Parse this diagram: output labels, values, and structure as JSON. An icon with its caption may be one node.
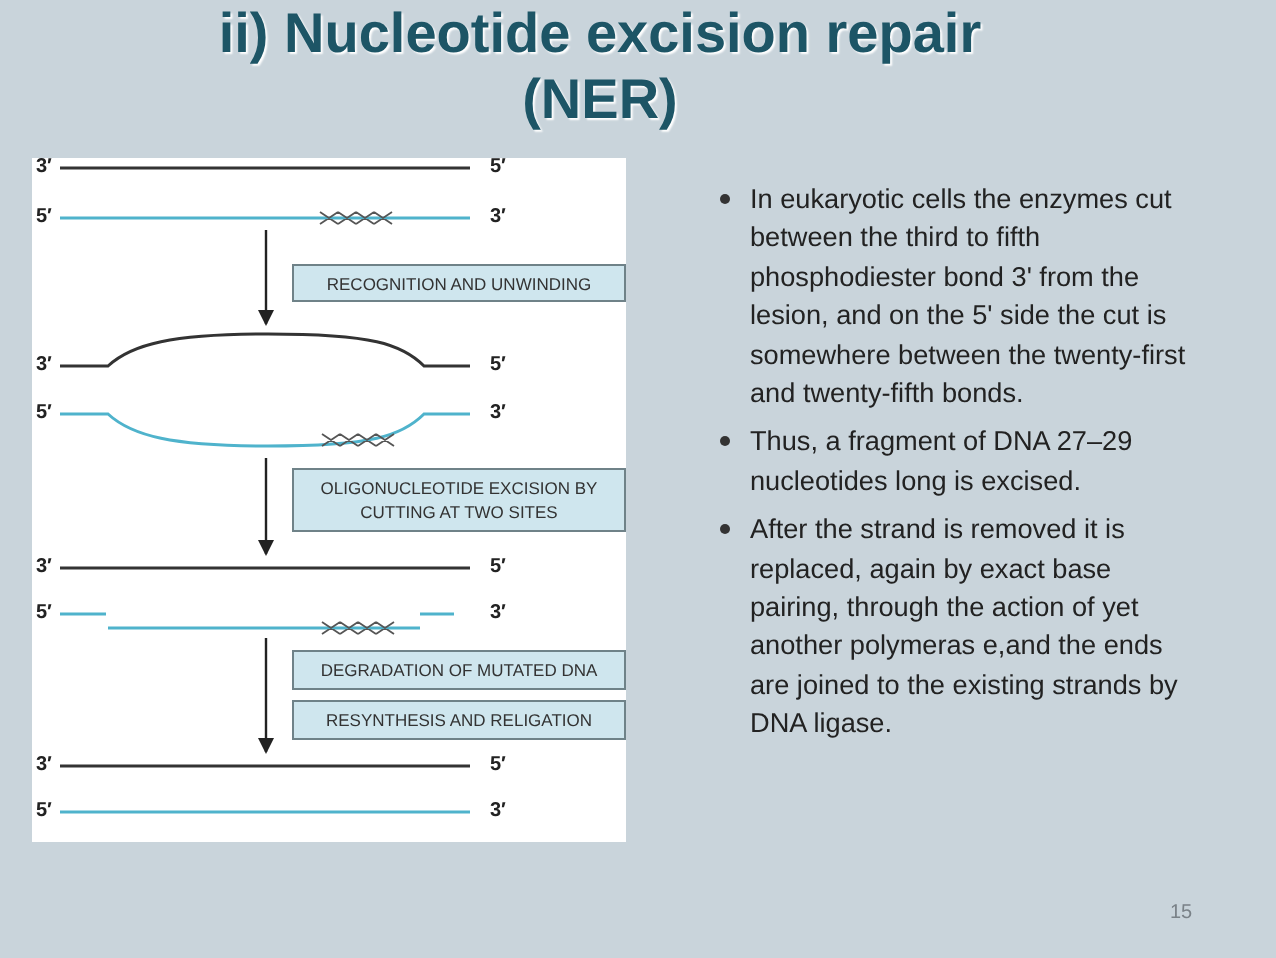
{
  "diagram": {
    "title": "ii) Nucleotide excision repair (NER)",
    "nodes": [
      {
        "text": [
          "3′",
          "5′",
          "5′",
          "3′"
        ]
      },
      {
        "text": [
          "RECOGNITION AND UNWINDING"
        ]
      },
      {
        "text": [
          "3′",
          "5′",
          "5′",
          "3′"
        ]
      },
      {
        "text": [
          "OLIGONUCLEOTIDE EXCISION BY CUTTING AT TWO SITES"
        ]
      },
      {
        "text": [
          "3′",
          "5′",
          "5′",
          "3′"
        ]
      },
      {
        "text": [
          "DEGRADATION OF MUTATED DNA"
        ]
      },
      {
        "text": [
          "RESYNTHESIS AND RELIGATION"
        ]
      },
      {
        "text": [
          "3′",
          "5′",
          "5′",
          "3′"
        ]
      }
    ],
    "edges": [
      {
        "from": 0,
        "to": 2,
        "arrow": "to"
      },
      {
        "from": 2,
        "to": 4,
        "arrow": "to"
      },
      {
        "from": 4,
        "to": 7,
        "arrow": "to"
      }
    ],
    "labels": [
      "In eukaryotic cells the enzymes cut between the third to fifth phosphodiester bond 3' from the lesion, and on the 5' side the cut is somewhere between the twenty-first and twenty-fifth bonds.",
      "Thus, a fragment of DNA 27–29 nucleotides long is excised.",
      "After the strand is removed it is replaced, again by exact base pairing, through the action of yet another polymeras e,and the ends are joined to the existing strands by DNA ligase.",
      "15"
    ]
  }
}
